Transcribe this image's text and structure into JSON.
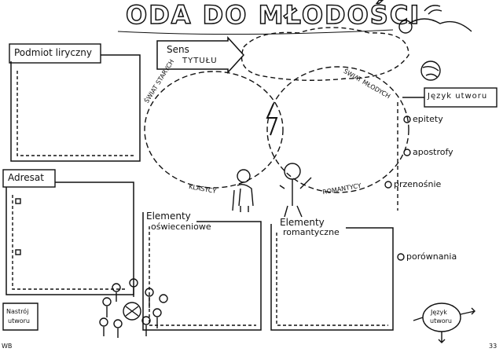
{
  "title": "ODA DO MŁODOŚCI",
  "labels": {
    "podmiot": "Podmiot liryczny",
    "adresat": "Adresat",
    "nastroj_line1": "Nastrój",
    "nastroj_line2": "utworu",
    "sens_line1": "Sens",
    "sens_line2": "TYTUŁU",
    "swiat_starych": "ŚWIAT STARYCH",
    "swiat_mlodych": "ŚWIAT MŁODYCH",
    "klasycy": "KLASYCY",
    "romantycy": "ROMANTYCY",
    "elementy_osw_line1": "Elementy",
    "elementy_osw_line2": "oświeceniowe",
    "elementy_rom_line1": "Elementy",
    "elementy_rom_line2": "romantyczne",
    "jezyk_utworu": "Język utworu",
    "jezyk_small_line1": "Język",
    "jezyk_small_line2": "utworu"
  },
  "devices": [
    "epitety",
    "apostrofy",
    "przenośnie",
    "porównania"
  ],
  "page_numbers": {
    "left": "WB",
    "right": "33"
  }
}
